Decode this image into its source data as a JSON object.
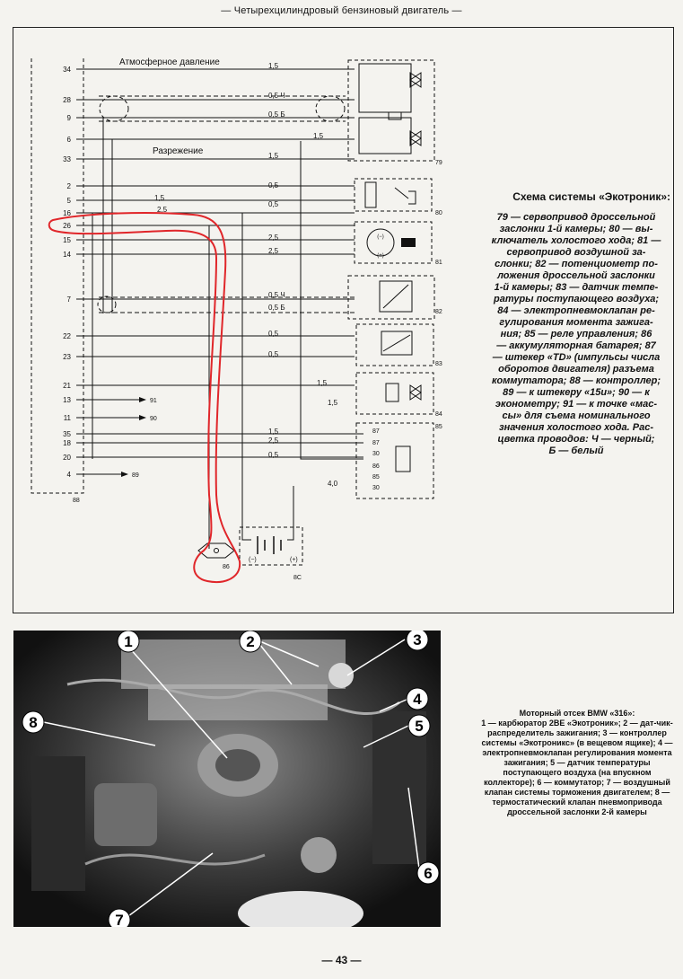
{
  "header": {
    "title": "— Четырехцилиндровый бензиновый двигатель —"
  },
  "diagram": {
    "label_atm": "Атмосферное давление",
    "label_vac": "Разрежение",
    "pins": [
      "34",
      "28",
      "9",
      "6",
      "33",
      "2",
      "5",
      "16",
      "26",
      "15",
      "14",
      "7",
      "22",
      "23",
      "21",
      "13",
      "11",
      "35",
      "18",
      "20",
      "4"
    ],
    "wire_sizes": [
      "1,5",
      "0,5 Ч",
      "0,5 Б",
      "1,5",
      "1,5",
      "0,5",
      "1,5",
      "0,5",
      "2,5",
      "2,5",
      "2,5",
      "0,5 Ч",
      "0,5 Б",
      "0,5",
      "0,5",
      "1,5",
      "1,5",
      "1,5",
      "2,5",
      "0,5",
      "4,0"
    ],
    "arrow_refs": [
      "91",
      "90",
      "89"
    ],
    "component_labels": [
      "79",
      "80",
      "81",
      "82",
      "83",
      "84",
      "85",
      "86",
      "87",
      "8С"
    ],
    "relay_pins": [
      "87",
      "87",
      "30",
      "86",
      "85",
      "30"
    ],
    "battery_signs": [
      "(−)",
      "(+)"
    ],
    "sensor_signs": [
      "(−)",
      "(+)"
    ]
  },
  "caption1": {
    "title": "Схема системы «Экотроник»:",
    "body": "79 — сервопривод дроссельной\nзаслонки 1-й камеры; 80 — вы-\nключатель холостого хода; 81 —\nсервопривод воздушной за-\nслонки; 82 — потенциометр по-\nложения дроссельной заслонки\n1-й камеры; 83 — датчик темпе-\nратуры поступающего воздуха;\n84 — электропневмоклапан ре-\nгулирования момента зажига-\nния; 85 — реле управления; 86\n— аккумуляторная батарея; 87\n— штекер «TD» (импульсы числа\nоборотов двигателя) разъема\nкоммутатора; 88 — контроллер;\n89 — к штекеру «15и»; 90 — к\nэконометру; 91 — к точке «мас-\nсы» для съема номинального\nзначения холостого хода. Рас-\nцветка проводов: Ч — черный;\nБ — белый"
  },
  "photo": {
    "callouts": [
      "1",
      "2",
      "3",
      "4",
      "5",
      "6",
      "7",
      "8"
    ]
  },
  "caption2": {
    "title": "Моторный отсек BMW «316»:",
    "body": "1 — карбюратор 2ВЕ «Экотроник»; 2 — дат-чик-распределитель зажигания; 3 — контроллер системы «Экотроникс» (в вещевом ящике); 4 — электропневмоклапан регулирования момента зажигания; 5 — датчик температуры поступающего воздуха (на впускном коллекторе); 6 — коммутатор; 7 — воздушный клапан системы торможения двигателем; 8 — термостатический клапан пневмопривода дроссельной заслонки 2-й камеры"
  },
  "page_number": "— 43 —",
  "colors": {
    "annotation": "#e0262a",
    "ink": "#111111",
    "paper": "#f4f3ef"
  }
}
